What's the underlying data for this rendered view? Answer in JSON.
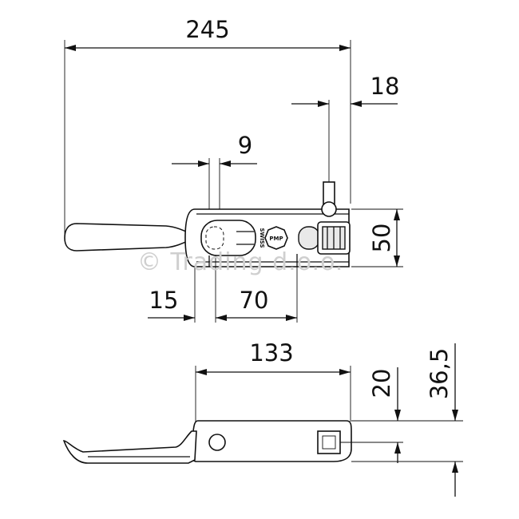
{
  "dimensions": {
    "overall_length": "245",
    "pin_offset": "18",
    "slot_width": "9",
    "height_top_view": "50",
    "left_offset": "15",
    "slot_to_pin": "70",
    "base_length": "133",
    "side_height_inner": "20",
    "side_height_total": "36,5"
  },
  "logo": {
    "text": "SWISS"
  },
  "watermark": "© Trading d.o.o."
}
